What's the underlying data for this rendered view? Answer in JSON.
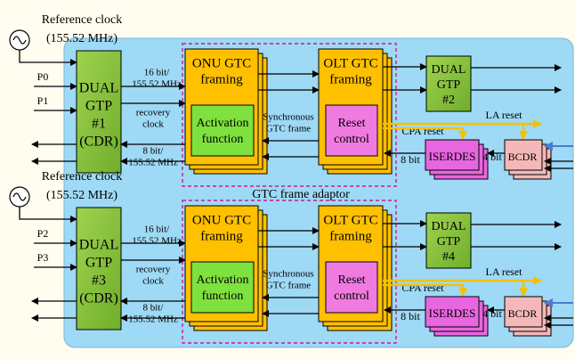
{
  "ref_clock_label": "Reference clock",
  "ref_clock_freq": "(155.52 MHz)",
  "adaptor_label": "GTC frame adaptor",
  "colors": {
    "background": "#fffdf0",
    "adaptor_fill": "#9ed9f5",
    "gtp_fill": "#8cc43f",
    "framing_fill": "#ffc000",
    "activation_fill": "#7fe13e",
    "reset_fill": "#f07be0",
    "iserdes_fill": "#e866e0",
    "bcdr_fill": "#f4b8b8",
    "reset_arrow": "#f2c200",
    "clock_in_arrow": "#4a7bd0",
    "dashed_border": "#cc1c8c"
  },
  "channels": [
    {
      "inputs": [
        "P0",
        "P1"
      ],
      "gtp_left": [
        "DUAL",
        "GTP",
        "#1",
        "(CDR)"
      ],
      "rx_rate": [
        "16 bit/",
        "155.52 MHz"
      ],
      "recovery": [
        "recovery",
        "clock"
      ],
      "tx_rate": [
        "8 bit/",
        "155.52 MHz"
      ],
      "onu_framing": [
        "ONU GTC",
        "framing"
      ],
      "activation": [
        "Activation",
        "function"
      ],
      "sync_frame": [
        "Synchronous",
        "GTC frame"
      ],
      "olt_framing": [
        "OLT GTC",
        "framing"
      ],
      "reset_control": [
        "Reset",
        "control"
      ],
      "gtp_right": [
        "DUAL",
        "GTP",
        "#2"
      ],
      "la_reset": "LA reset",
      "cpa_reset": "CPA reset",
      "iserdes": "ISERDES",
      "bcdr": "BCDR",
      "bit8": "8 bit",
      "bit4": "4 bit"
    },
    {
      "inputs": [
        "P2",
        "P3"
      ],
      "gtp_left": [
        "DUAL",
        "GTP",
        "#3",
        "(CDR)"
      ],
      "rx_rate": [
        "16 bit/",
        "155.52 MHz"
      ],
      "recovery": [
        "recovery",
        "clock"
      ],
      "tx_rate": [
        "8 bit/",
        "155.52 MHz"
      ],
      "onu_framing": [
        "ONU GTC",
        "framing"
      ],
      "activation": [
        "Activation",
        "function"
      ],
      "sync_frame": [
        "Synchronous",
        "GTC frame"
      ],
      "olt_framing": [
        "OLT GTC",
        "framing"
      ],
      "reset_control": [
        "Reset",
        "control"
      ],
      "gtp_right": [
        "DUAL",
        "GTP",
        "#4"
      ],
      "la_reset": "LA reset",
      "cpa_reset": "CPA reset",
      "iserdes": "ISERDES",
      "bcdr": "BCDR",
      "bit8": "8 bit",
      "bit4": "4 bit"
    }
  ]
}
